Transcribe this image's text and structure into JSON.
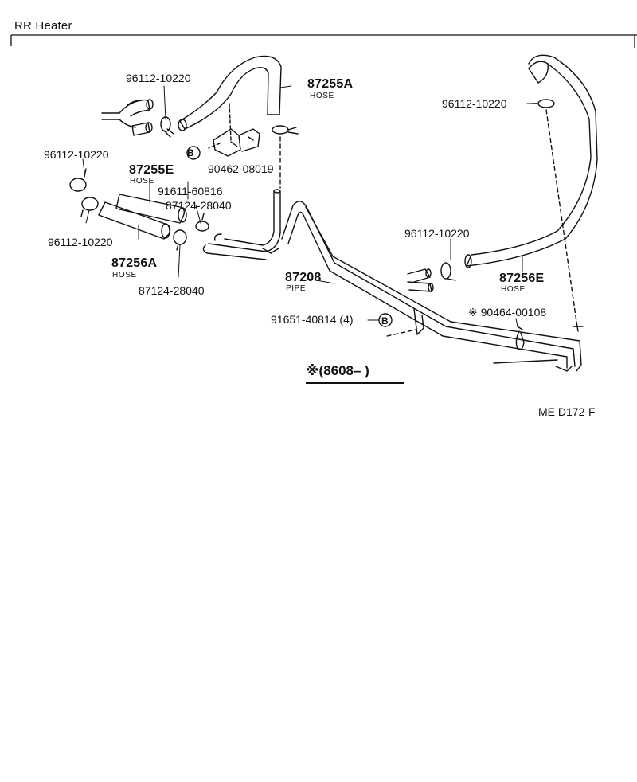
{
  "header": {
    "title": "RR Heater"
  },
  "callouts": {
    "hose_87255a": {
      "number": "87255A",
      "name": "HOSE"
    },
    "hose_87255e": {
      "number": "87255E",
      "name": "HOSE"
    },
    "hose_87256a": {
      "number": "87256A",
      "name": "HOSE"
    },
    "hose_87256e": {
      "number": "87256E",
      "name": "HOSE"
    },
    "pipe_87208": {
      "number": "87208",
      "name": "PIPE"
    },
    "clamp_top_left": "96112-10220",
    "clamp_left_upper": "96112-10220",
    "clamp_left_lower": "96112-10220",
    "clamp_top_right": "96112-10220",
    "clamp_right_mid": "96112-10220",
    "bracket_90462": "90462-08019",
    "bolt_91611": "91611-60816",
    "clamp_87124_upper": "87124-28040",
    "clamp_87124_lower": "87124-28040",
    "bolt_91651": "91651-40814 (4)",
    "clip_90464": "※ 90464-00108",
    "ref_mark": "B"
  },
  "range_note": "※(8608–        )",
  "footer": {
    "code": "ME  D172-F"
  }
}
